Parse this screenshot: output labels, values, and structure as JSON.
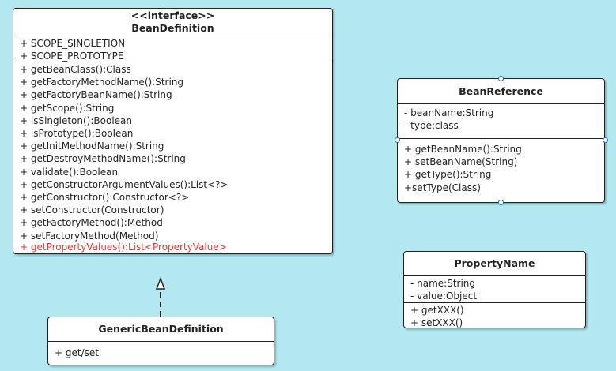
{
  "bean_definition": {
    "stereotype": "<<interface>>",
    "name": "BeanDefinition",
    "fields": [
      "+ SCOPE_SINGLETION",
      "+ SCOPE_PROTOTYPE"
    ],
    "methods": [
      "+ getBeanClass():Class",
      "+ getFactoryMethodName():String",
      "+ getFactoryBeanName():String",
      "+ getScope():String",
      "+ isSingleton():Boolean",
      "+ isPrototype():Boolean",
      "+ getInitMethodName():String",
      "+ getDestroyMethodName():String",
      "+ validate():Boolean",
      "+ getConstructorArgumentValues():List<?>",
      "+ getConstructor():Constructor<?>",
      "+ setConstructor(Constructor)",
      "+ getFactoryMethod():Method",
      "+ setFactoryMethod(Method)"
    ],
    "highlighted_method": "+ getPropertyValues():List<PropertyValue>",
    "highlight_color": "#e53935"
  },
  "generic_bean_definition": {
    "name": "GenericBeanDefinition",
    "methods": [
      "+ get/set"
    ]
  },
  "bean_reference": {
    "name": "BeanReference",
    "fields": [
      "- beanName:String",
      "- type:class"
    ],
    "methods": [
      "+ getBeanName():String",
      "+ setBeanName(String)",
      "+ getType():String",
      "+setType(Class)"
    ]
  },
  "property_name": {
    "name": "PropertyName",
    "fields": [
      "- name:String",
      "- value:Object"
    ],
    "methods": [
      "+ getXXX()",
      "+ setXXX()"
    ]
  },
  "colors": {
    "background": "#b3e8f1",
    "handle": "#2a6ebd"
  }
}
